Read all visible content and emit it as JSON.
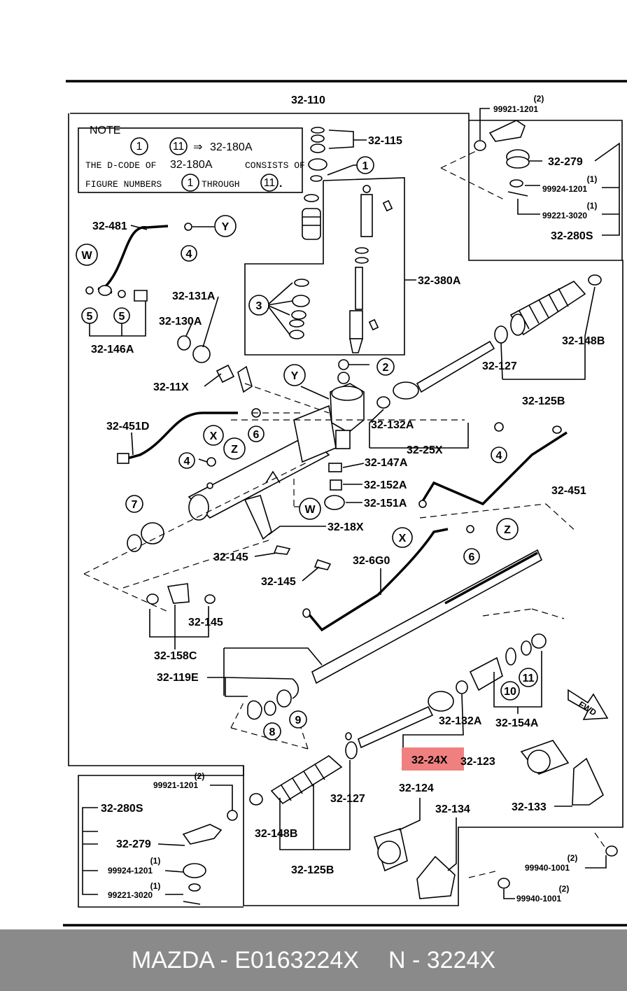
{
  "footer": {
    "brand_code": "MAZDA - E0163224X",
    "short_code": "N - 3224X"
  },
  "highlight": {
    "label": "32-24X",
    "color": "#f08080"
  },
  "note": {
    "title": "NOTE",
    "row1_from_a": "1",
    "row1_from_b": "11",
    "row1_arrow": "⇒",
    "row1_to": "32-180A",
    "row2_a": "THE D-CODE OF",
    "row2_code": "32-180A",
    "row2_b": "CONSISTS OF",
    "row3_a": "FIGURE NUMBERS",
    "row3_from": "1",
    "row3_b": "THROUGH",
    "row3_to": "11",
    "row3_end": "."
  },
  "labels": {
    "p32_110": "32-110",
    "p32_115": "32-115",
    "p32_481": "32-481",
    "p32_131a": "32-131A",
    "p32_130a": "32-130A",
    "p32_146a": "32-146A",
    "p32_11x": "32-11X",
    "p32_451d": "32-451D",
    "p32_380a": "32-380A",
    "p32_279_top": "32-279",
    "p32_280s_top": "32-280S",
    "p32_148b_top": "32-148B",
    "p32_127_top": "32-127",
    "p32_125b_top": "32-125B",
    "p32_132a_top": "32-132A",
    "p32_25x": "32-25X",
    "p32_147a": "32-147A",
    "p32_152a": "32-152A",
    "p32_151a": "32-151A",
    "p32_451": "32-451",
    "p32_18x": "32-18X",
    "p32_145_a": "32-145",
    "p32_145_b": "32-145",
    "p32_6g0": "32-6G0",
    "p32_145_c": "32-145",
    "p32_158c": "32-158C",
    "p32_119e": "32-119E",
    "p32_132a_bot": "32-132A",
    "p32_154a": "32-154A",
    "p32_123": "32-123",
    "p32_124": "32-124",
    "p32_127_bot": "32-127",
    "p32_134": "32-134",
    "p32_133": "32-133",
    "p32_148b_bot": "32-148B",
    "p32_125b_bot": "32-125B",
    "p32_280s_bot": "32-280S",
    "p32_279_bot": "32-279",
    "fwd": "FWD"
  },
  "small_labels": {
    "s99921_top": "99921-1201",
    "s99921_top_q": "(2)",
    "s99924_top": "99924-1201",
    "s99924_top_q": "(1)",
    "s99221_top": "99221-3020",
    "s99221_top_q": "(1)",
    "s99921_bot": "99921-1201",
    "s99921_bot_q": "(2)",
    "s99924_bot": "99924-1201",
    "s99924_bot_q": "(1)",
    "s99221_bot": "99221-3020",
    "s99221_bot_q": "(1)",
    "s99940_a": "99940-1001",
    "s99940_a_q": "(2)",
    "s99940_b": "99940-1001",
    "s99940_b_q": "(2)"
  },
  "callouts": {
    "c1": "1",
    "c2": "2",
    "c3": "3",
    "c4a": "4",
    "c4b": "4",
    "c4c": "4",
    "c5a": "5",
    "c5b": "5",
    "c6a": "6",
    "c6b": "6",
    "c7": "7",
    "c8": "8",
    "c9": "9",
    "c10": "10",
    "c11": "11",
    "cW1": "W",
    "cW2": "W",
    "cX1": "X",
    "cX2": "X",
    "cY1": "Y",
    "cY2": "Y",
    "cZ1": "Z",
    "cZ2": "Z"
  }
}
